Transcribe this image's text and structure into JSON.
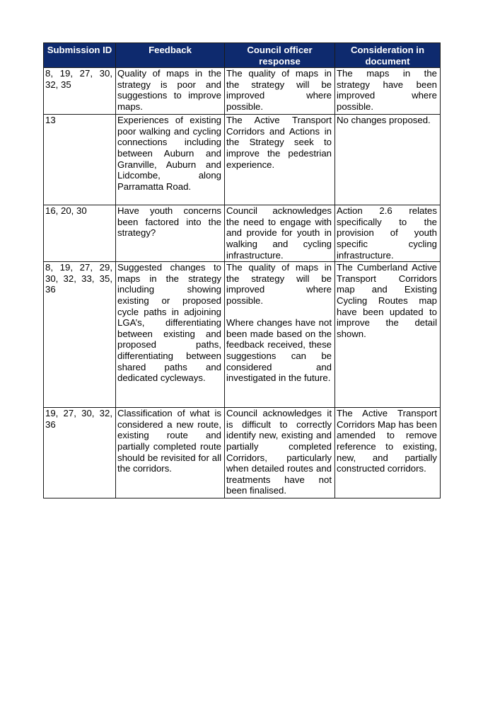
{
  "table": {
    "headers": [
      "Submission ID",
      "Feedback",
      "Council officer response",
      "Consideration in document"
    ],
    "rows": [
      {
        "submission_id": "8, 19, 27, 30, 32, 35",
        "feedback": "Quality of maps in the strategy is poor and suggestions to improve maps.",
        "response": [
          "The quality of maps in the strategy will be improved where possible."
        ],
        "consideration": "The maps in the strategy have been improved where possible."
      },
      {
        "submission_id": "13",
        "feedback": "Experiences of existing poor walking and cycling connections including between Auburn and Granville, Auburn and Lidcombe, along Parramatta Road.",
        "response": [
          "The Active Transport Corridors and Actions in the Strategy seek to improve the pedestrian experience."
        ],
        "consideration": "No changes proposed."
      },
      {
        "submission_id": "16, 20, 30",
        "feedback": "Have youth concerns been factored into the strategy?",
        "response": [
          "Council acknowledges the need to engage with and provide for youth in walking and cycling infrastructure."
        ],
        "consideration": "Action 2.6 relates specifically to the provision of youth specific cycling infrastructure."
      },
      {
        "submission_id": "8, 19, 27, 29, 30, 32, 33, 35, 36",
        "feedback": "Suggested changes to maps in the strategy including showing existing or proposed cycle paths in adjoining LGA’s, differentiating between existing and proposed paths, differentiating between shared paths and dedicated cycleways.",
        "response": [
          "The quality of maps in the strategy will be improved where possible.",
          "Where changes have not been made based on the feedback received, these suggestions can be considered and investigated in the future."
        ],
        "consideration": "The Cumberland Active Transport Corridors map and Existing Cycling Routes map have been updated to improve the detail shown."
      },
      {
        "submission_id": "19, 27, 30, 32, 36",
        "feedback": "Classification of what is considered a new route, existing route and partially completed route should be revisited for all the corridors.",
        "response": [
          "Council acknowledges it is difficult to correctly identify new, existing and partially completed Corridors, particularly when detailed routes and treatments have not been finalised."
        ],
        "consideration": "The Active Transport Corridors Map has been amended to remove reference to existing, new, and partially constructed corridors."
      }
    ]
  }
}
